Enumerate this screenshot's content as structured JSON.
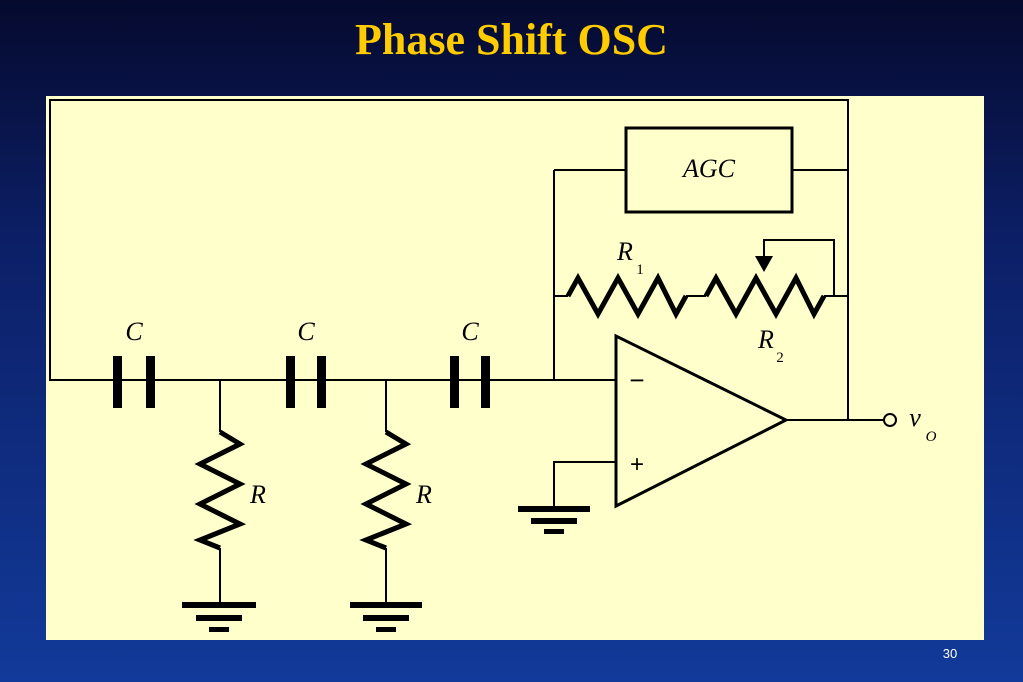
{
  "slide": {
    "title": "Phase Shift OSC",
    "number": "30"
  },
  "diagram": {
    "agc_label": "AGC",
    "capacitor_label": "C",
    "resistor_label": "R",
    "r1": {
      "letter": "R",
      "sub": "1"
    },
    "r2": {
      "letter": "R",
      "sub": "2"
    },
    "output": {
      "letter": "v",
      "sub": "O"
    },
    "inverting_sign": "−",
    "noninverting_sign": "+"
  }
}
